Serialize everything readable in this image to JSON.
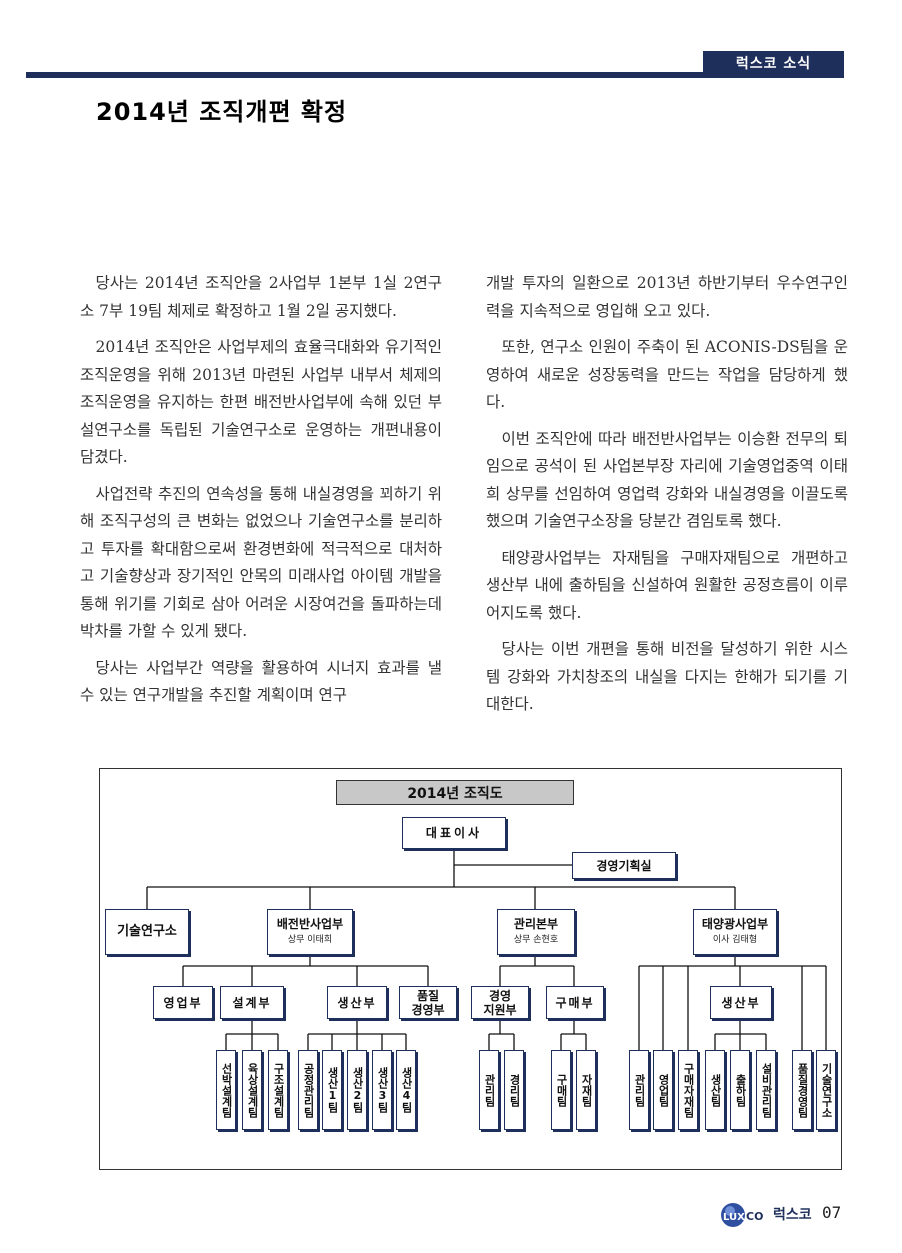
{
  "header": {
    "section_tag": "럭스코 소식"
  },
  "article": {
    "title": "2014년 조직개편 확정",
    "left_paragraphs": [
      "당사는 2014년 조직안을 2사업부 1본부 1실 2연구소 7부 19팀 체제로 확정하고 1월 2일 공지했다.",
      "2014년 조직안은 사업부제의 효율극대화와 유기적인 조직운영을 위해 2013년 마련된 사업부 내부서 체제의 조직운영을 유지하는 한편 배전반사업부에 속해 있던 부설연구소를 독립된 기술연구소로 운영하는 개편내용이 담겼다.",
      "사업전략 추진의 연속성을 통해 내실경영을 꾀하기 위해 조직구성의 큰 변화는 없었으나 기술연구소를 분리하고 투자를 확대함으로써 환경변화에 적극적으로 대처하고 기술향상과 장기적인 안목의 미래사업 아이템 개발을 통해 위기를 기회로 삼아 어려운 시장여건을 돌파하는데 박차를 가할 수 있게 됐다.",
      "당사는 사업부간 역량을 활용하여 시너지 효과를 낼 수 있는 연구개발을 추진할 계획이며 연구"
    ],
    "right_paragraphs": [
      "개발 투자의 일환으로 2013년 하반기부터 우수연구인력을 지속적으로 영입해 오고 있다.",
      "또한, 연구소 인원이 주축이 된 ACONIS-DS팀을 운영하여 새로운 성장동력을 만드는 작업을 담당하게 했다.",
      "이번 조직안에 따라 배전반사업부는 이승환 전무의 퇴임으로 공석이 된 사업본부장 자리에 기술영업중역 이태희 상무를 선임하여 영업력 강화와 내실경영을 이끌도록 했으며 기술연구소장을 당분간 겸임토록 했다.",
      "태양광사업부는 자재팀을 구매자재팀으로 개편하고 생산부 내에 출하팀을 신설하여 원활한 공정흐름이 이루어지도록 했다.",
      "당사는 이번 개편을 통해 비전을 달성하기 위한 시스템 강화와 가치창조의 내실을 다지는 한해가 되기를 기대한다."
    ]
  },
  "org_chart": {
    "title": "2014년 조직도",
    "ceo": "대표이사",
    "planning": "경영기획실",
    "divisions": {
      "rnd": "기술연구소",
      "switchgear": {
        "name": "배전반사업부",
        "head": "상무 이태희"
      },
      "admin": {
        "name": "관리본부",
        "head": "상무 손현호"
      },
      "solar": {
        "name": "태양광사업부",
        "head": "이사 김태형"
      }
    },
    "departments": {
      "sales": "영업부",
      "design": "설계부",
      "production": "생산부",
      "quality_line1": "품질",
      "quality_line2": "경영부",
      "support_line1": "경영",
      "support_line2": "지원부",
      "purchase": "구매부",
      "solar_production": "생산부"
    },
    "teams": {
      "ship_design": "선박설계팀",
      "land_design": "육상설계팀",
      "struct_design": "구조설계팀",
      "process_mgmt": "공정관리팀",
      "prod1": "생산1팀",
      "prod2": "생산2팀",
      "prod3": "생산3팀",
      "prod4": "생산4팀",
      "mgmt": "관리팀",
      "accounting": "경리팀",
      "buying": "구매팀",
      "materials": "자재팀",
      "solar_mgmt": "관리팀",
      "solar_sales": "영업팀",
      "solar_purchase": "구매자재팀",
      "solar_prod": "생산팀",
      "shipping": "출하팀",
      "facility": "설비관리팀",
      "solar_quality": "품질경영팀",
      "solar_rnd": "기술연구소"
    }
  },
  "footer": {
    "brand": "럭스코",
    "logo_text": "LUXCO",
    "page": "07"
  }
}
